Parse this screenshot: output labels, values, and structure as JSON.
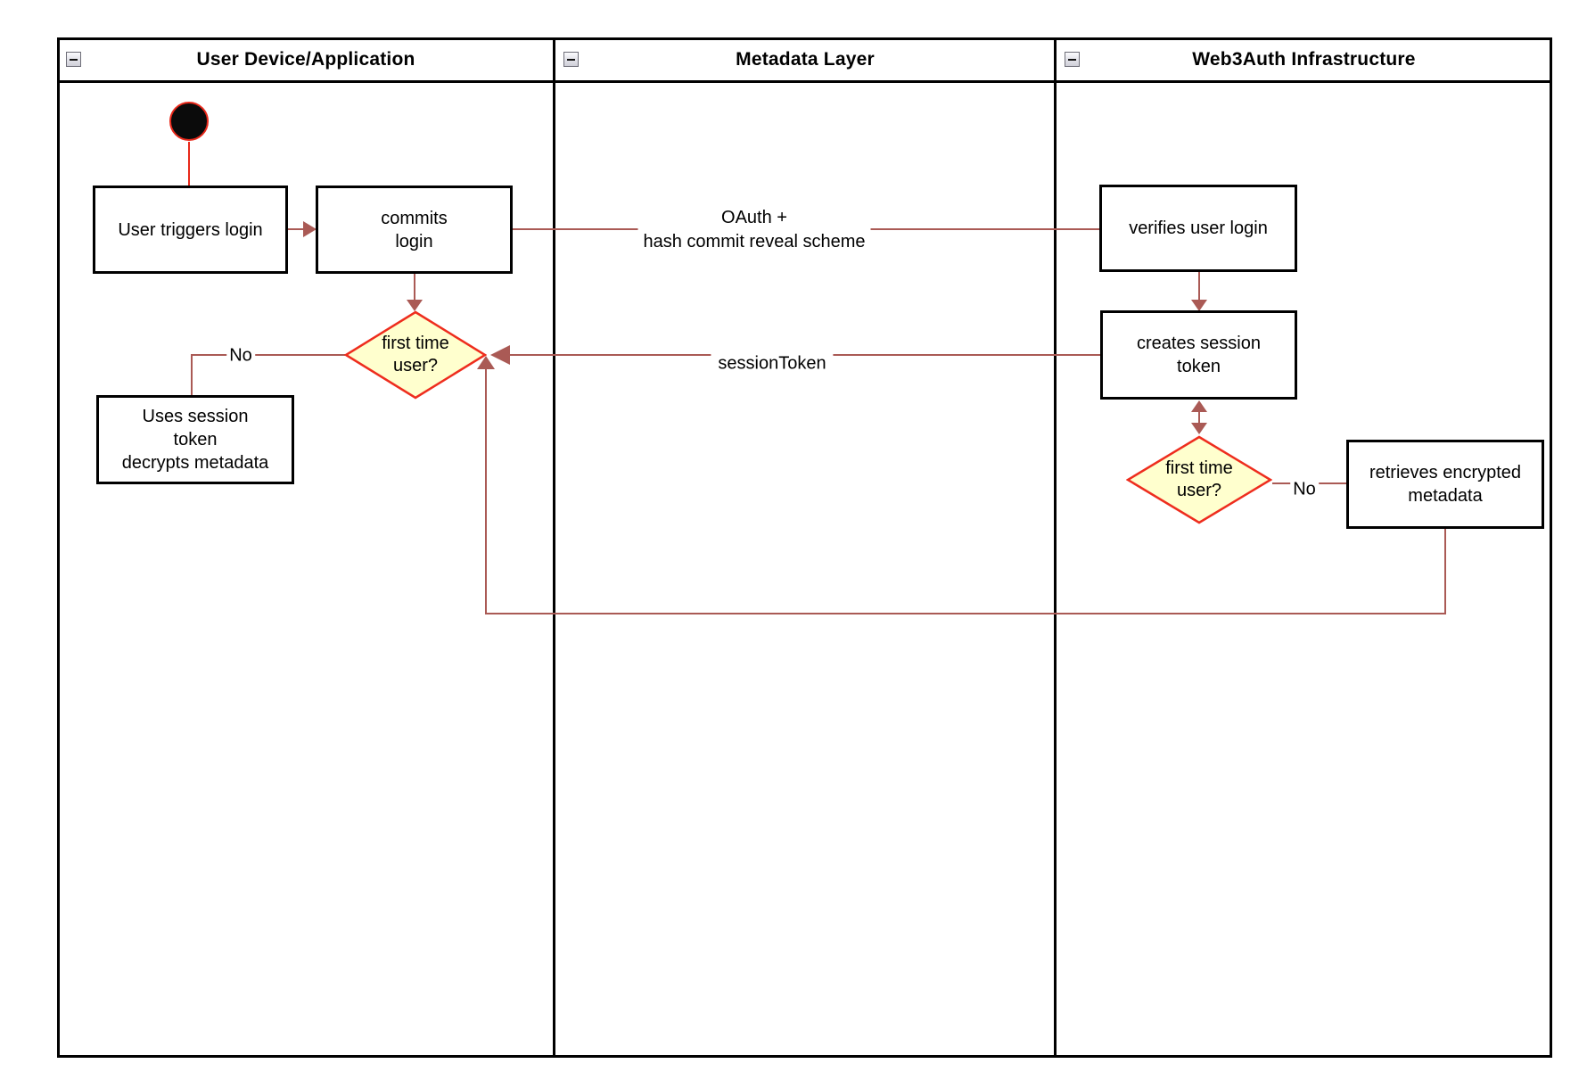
{
  "diagram": {
    "lanes": [
      {
        "title": "User Device/Application"
      },
      {
        "title": "Metadata Layer"
      },
      {
        "title": "Web3Auth Infrastructure"
      }
    ],
    "nodes": {
      "user_triggers": "User triggers login",
      "commits": "commits\nlogin",
      "first_time_device": "first time\nuser?",
      "uses_session": "Uses session\ntoken\ndecrypts metadata",
      "verifies": "verifies user login",
      "creates_session": "creates session\ntoken",
      "first_time_infra": "first time\nuser?",
      "retrieves": "retrieves encrypted\nmetadata"
    },
    "edge_labels": {
      "oauth": "OAuth +\nhash commit reveal scheme",
      "session_token": "sessionToken",
      "no_device": "No",
      "no_infra": "No"
    },
    "colors": {
      "flow_edge": "#aa5a55",
      "accent_red": "#e8291b",
      "decision_fill": "#ffffce",
      "node_border": "#000000"
    }
  }
}
